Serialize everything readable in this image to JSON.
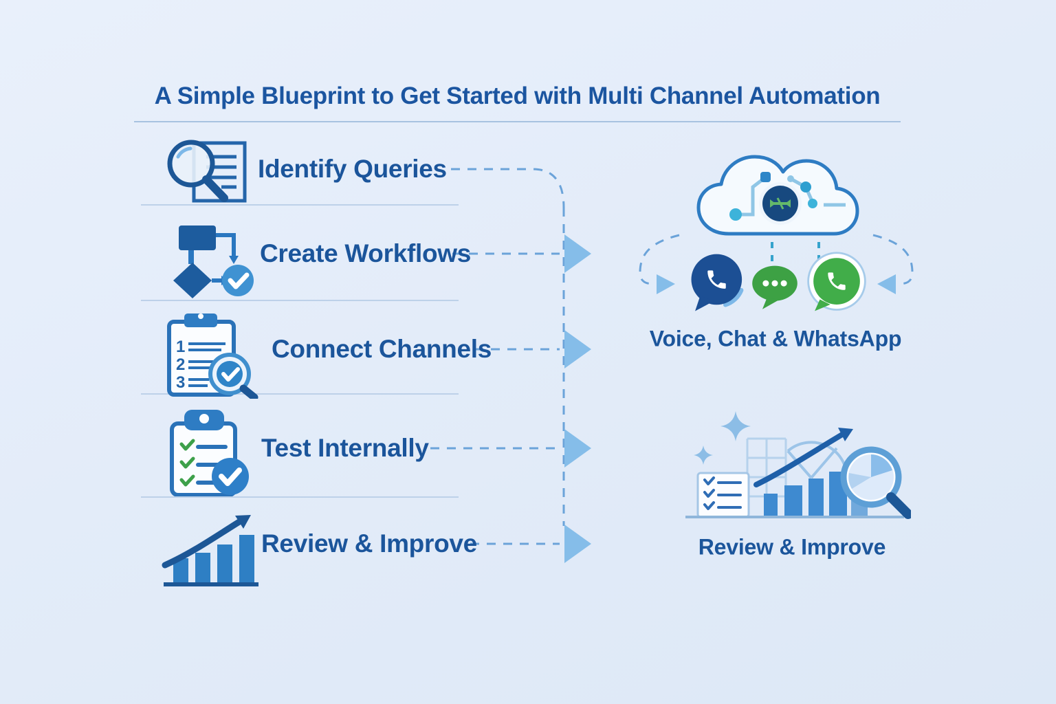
{
  "title": "A Simple Blueprint to Get Started with Multi Channel Automation",
  "steps": [
    {
      "label": "Identify Queries",
      "icon": "magnifier-document-icon"
    },
    {
      "label": "Create Workflows",
      "icon": "flowchart-checkmark-icon"
    },
    {
      "label": "Connect Channels",
      "icon": "numbered-list-clipboard-icon",
      "list_numbers": [
        "1",
        "2",
        "3"
      ]
    },
    {
      "label": "Test Internally",
      "icon": "checklist-clipboard-icon"
    },
    {
      "label": "Review & Improve",
      "icon": "growth-bar-chart-icon"
    }
  ],
  "hub": {
    "icon": "automation-cloud-icon",
    "channels": [
      {
        "name": "voice",
        "icon": "voice-call-bubble-icon"
      },
      {
        "name": "chat",
        "icon": "chat-bubble-icon"
      },
      {
        "name": "whatsapp",
        "icon": "whatsapp-icon"
      }
    ],
    "caption": "Voice, Chat & WhatsApp"
  },
  "review": {
    "icon": "analytics-review-icon",
    "caption": "Review & Improve"
  },
  "colors": {
    "background": "#e4edf9",
    "heading_text": "#1b559b",
    "primary_blue": "#2a72b8",
    "dark_navy": "#1c4f94",
    "accent_blue": "#3f92d2",
    "light_blue_arrow": "#85bde9",
    "green": "#3da144",
    "teal_dash": "#35a3cc",
    "dash_line": "#6ba3d9",
    "separator": "#bdd1e9"
  }
}
